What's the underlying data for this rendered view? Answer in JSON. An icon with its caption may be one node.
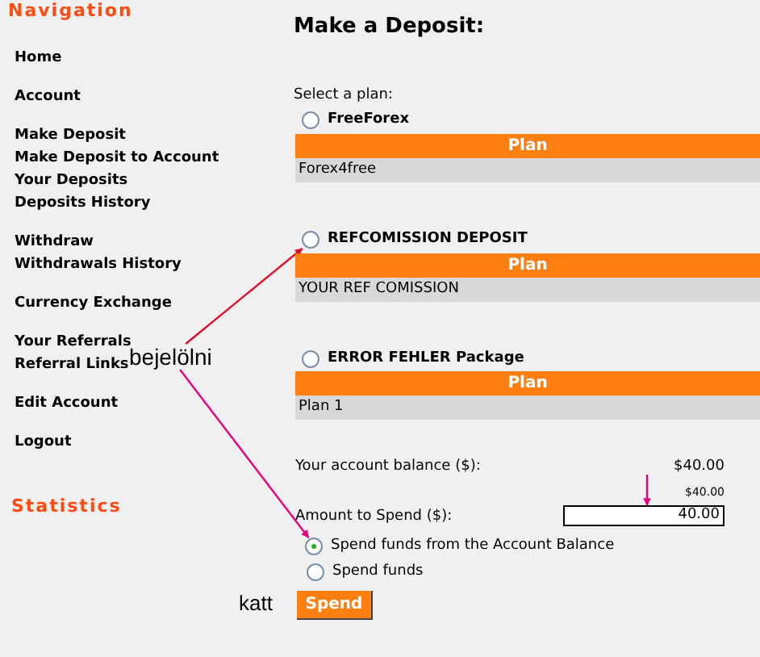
{
  "diagram": {
    "title": "Make a Deposit:",
    "nodes": [
      {
        "text": [],
        "shape": "circle",
        "beside": [
          "FreeForex"
        ]
      },
      {
        "text": [],
        "shape": "circle",
        "beside": [
          "REFCOMISSION DEPOSIT"
        ]
      },
      {
        "text": [
          "bejelölni"
        ]
      },
      {
        "text": [],
        "shape": "circle",
        "beside": [
          "ERROR FEHLER Package"
        ]
      },
      {
        "text": [
          "40.00"
        ]
      },
      {
        "text": [],
        "shape": "circle",
        "beside": [
          "Spend funds from the Account Balance"
        ]
      },
      {
        "text": [],
        "shape": "circle",
        "beside": [
          "Spend funds"
        ]
      }
    ],
    "edges": [
      {
        "from": 2,
        "to": 1,
        "arrow": "to",
        "color": "#e0102a"
      },
      {
        "from": 2,
        "to": 5,
        "arrow": "to",
        "color": "#e6007e"
      },
      {
        "from": null,
        "to": 4,
        "arrow": "to",
        "color": "#e6007e"
      }
    ],
    "labels": [
      "Navigation",
      "Home",
      "Account",
      "Make Deposit",
      "Make Deposit to Account",
      "Your Deposits",
      "Deposits History",
      "Withdraw",
      "Withdrawals History",
      "Currency Exchange",
      "Your Referrals",
      "Referral Links",
      "Edit Account",
      "Logout",
      "Statistics",
      "Select a plan:",
      "Plan",
      "Forex4free",
      "Plan",
      "YOUR REF COMISSION",
      "Plan",
      "Plan 1",
      "Your account balance ($):",
      "$40.00",
      "$40.00",
      "Amount to Spend ($):",
      "katt",
      "Spend"
    ]
  }
}
